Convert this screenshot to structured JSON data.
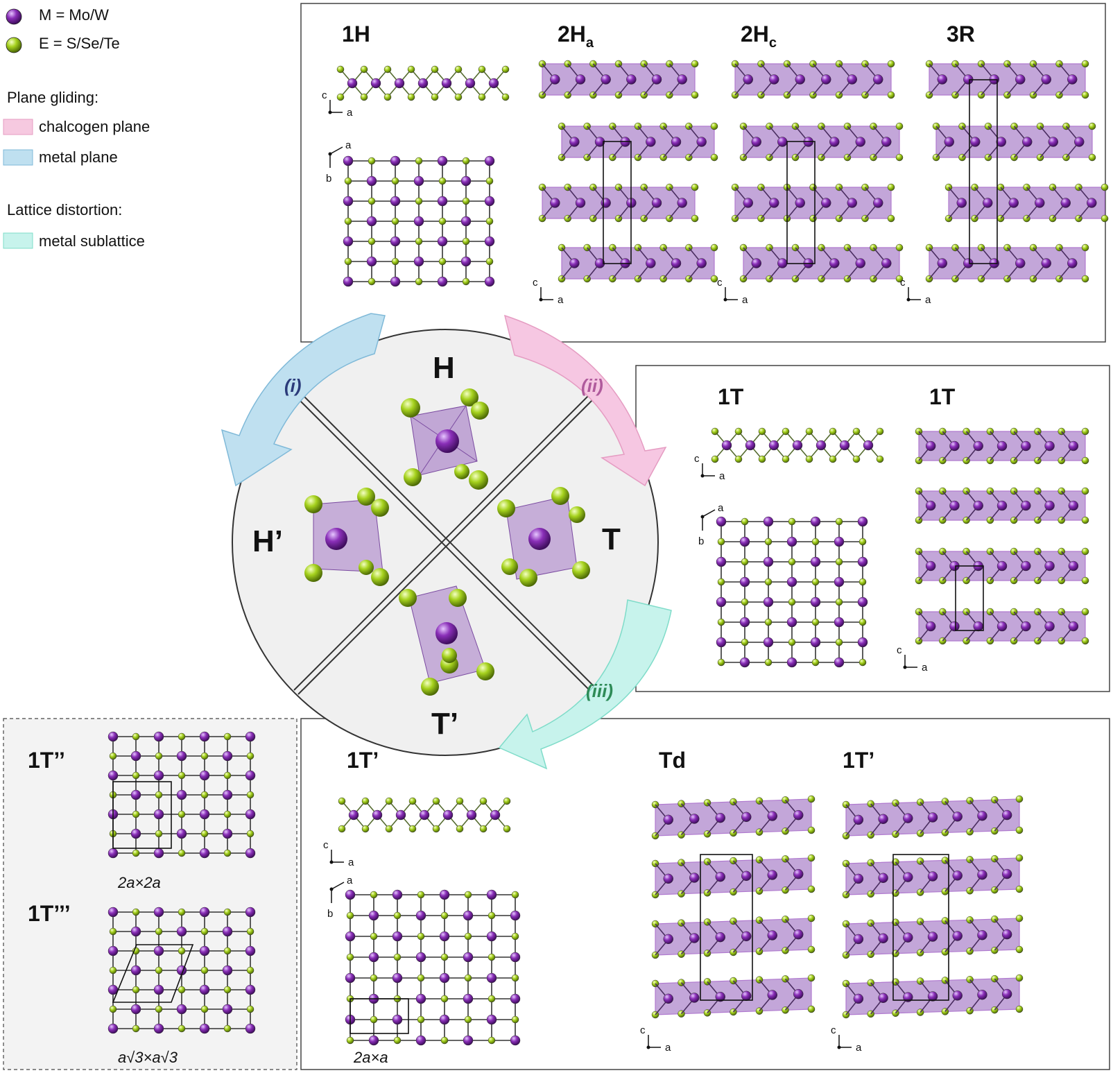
{
  "legend": {
    "metal": "M = Mo/W",
    "chalcogen": "E = S/Se/Te",
    "plane_heading": "Plane gliding:",
    "chalcogen_plane": "chalcogen plane",
    "metal_plane": "metal plane",
    "distortion_heading": "Lattice distortion:",
    "metal_sublattice": "metal sublattice"
  },
  "center": {
    "H": "H",
    "T": "T",
    "Hp": "H’",
    "Tp": "T’"
  },
  "arrows": {
    "i": "(i)",
    "ii": "(ii)",
    "iii": "(iii)"
  },
  "panels": {
    "top": {
      "t1H": "1H",
      "t2Ha": "2H",
      "t2Ha_sub": "a",
      "t2Hc": "2H",
      "t2Hc_sub": "c",
      "t3R": "3R"
    },
    "right": {
      "t1T_a": "1T",
      "t1T_b": "1T"
    },
    "bottom": {
      "t1Tp_a": "1T’",
      "tTd": "Td",
      "t1Tp_b": "1T’",
      "cap_2axa": "2a×a"
    },
    "inset": {
      "t1Tpp": "1T’’",
      "t1Tppp": "1T’’’",
      "cap_2ax2a": "2a×2a",
      "cap_sqrt": "a√3×a√3"
    }
  },
  "axes": {
    "a": "a",
    "b": "b",
    "c": "c"
  },
  "colors": {
    "metal": "#8a2fb8",
    "chalcogen": "#a6d21e",
    "polyhedron": "#9b6bbf",
    "blue_arrow": "#bfe0f0",
    "pink_arrow": "#f6c7e2",
    "teal_arrow": "#c7f3ec"
  }
}
